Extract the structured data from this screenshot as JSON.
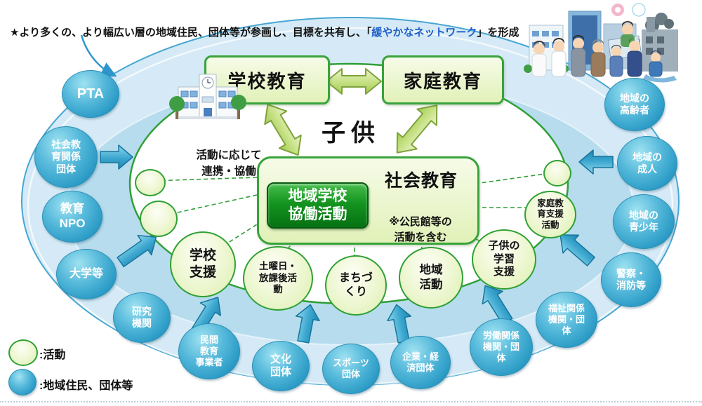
{
  "note": {
    "prefix": "★より多くの、より幅広い層の地域住民、団体等が参画し、目標を共有し、「",
    "highlight": "緩やかなネットワーク",
    "suffix": "」を形成"
  },
  "center": {
    "school_education": "学校教育",
    "home_education": "家庭教育",
    "children": "子供",
    "social_education": "社会教育",
    "social_education_note": "※公民館等の\n活動を含む",
    "collaboration_button": "地域学校\n協働活動",
    "cooperation_note": "活動に応じて\n連携・協働"
  },
  "activities": [
    {
      "label": "学校\n支援"
    },
    {
      "label": "土曜日・\n放課後活\n動"
    },
    {
      "label": "まちづ\nくり"
    },
    {
      "label": "地域\n活動"
    },
    {
      "label": "子供の\n学習\n支援"
    },
    {
      "label": "家庭教\n育支援\n活動"
    }
  ],
  "community": [
    {
      "label": "PTA"
    },
    {
      "label": "社会教\n育関係\n団体"
    },
    {
      "label": "教育\nNPO"
    },
    {
      "label": "大学等"
    },
    {
      "label": "研究\n機関"
    },
    {
      "label": "民間\n教育\n事業者"
    },
    {
      "label": "文化\n団体"
    },
    {
      "label": "スポーツ\n団体"
    },
    {
      "label": "企業・経\n済団体"
    },
    {
      "label": "労働関係\n機関・団\n体"
    },
    {
      "label": "福祉関係\n機関・団\n体"
    },
    {
      "label": "警察・\n消防等"
    },
    {
      "label": "地域の\n青少年"
    },
    {
      "label": "地域の\n成人"
    },
    {
      "label": "地域の\n高齢者"
    }
  ],
  "legend": {
    "activity_label": ":活動",
    "community_label": ":地域住民、団体等"
  },
  "colors": {
    "outer_ellipse_fill": "#d5eaf6",
    "outer_ellipse_border": "#47a7d3",
    "inner_ellipse_fill": "#b7dcee",
    "activity_green": "#2fa035",
    "activity_fill": "#e8f4c6",
    "community_blue": "#2496c2",
    "button_green": "#067112",
    "note_highlight_blue": "#1e5fc8"
  }
}
